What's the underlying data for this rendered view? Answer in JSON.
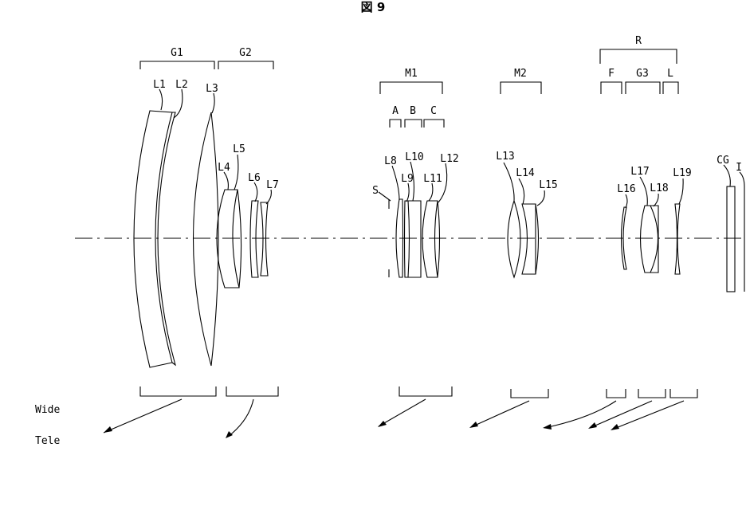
{
  "figure_title": "図 9",
  "groups": {
    "G1": "G1",
    "G2": "G2",
    "M1": "M1",
    "M2": "M2",
    "R": "R",
    "A": "A",
    "B": "B",
    "C": "C",
    "F": "F",
    "G3": "G3",
    "L": "L"
  },
  "lenses": {
    "L1": "L1",
    "L2": "L2",
    "L3": "L3",
    "L4": "L4",
    "L5": "L5",
    "L6": "L6",
    "L7": "L7",
    "L8": "L8",
    "L9": "L9",
    "L10": "L10",
    "L11": "L11",
    "L12": "L12",
    "L13": "L13",
    "L14": "L14",
    "L15": "L15",
    "L16": "L16",
    "L17": "L17",
    "L18": "L18",
    "L19": "L19"
  },
  "elements": {
    "stop": "S",
    "cover_glass": "CG",
    "image_plane": "I"
  },
  "zoom": {
    "wide": "Wide",
    "tele": "Tele"
  }
}
